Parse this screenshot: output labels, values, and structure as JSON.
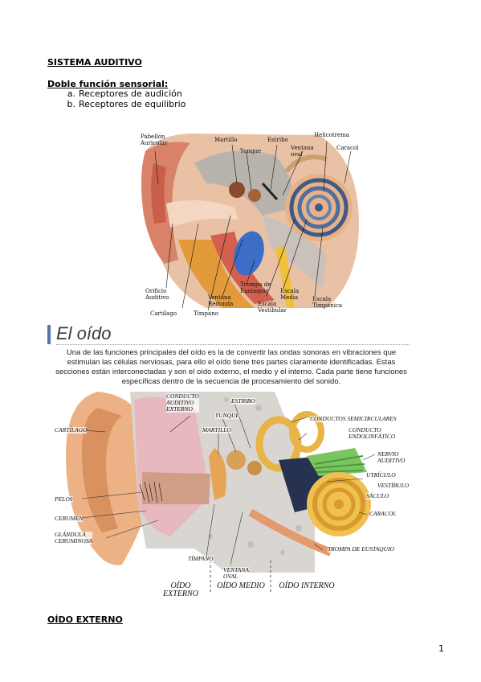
{
  "doc": {
    "title": "SISTEMA AUDITIVO",
    "subtitle": "Doble función sensorial:",
    "list": [
      {
        "marker": "a.",
        "text": "Receptores de audición"
      },
      {
        "marker": "b.",
        "text": "Receptores de equilibrio"
      }
    ],
    "section": "OÍDO EXTERNO",
    "page_number": "1"
  },
  "figure1": {
    "labels": {
      "pabellon": "Pabellón\nAuricular",
      "martillo": "Martillo",
      "yunque": "Yunque",
      "estribo": "Estribo",
      "ventana_oval": "Ventana\noval",
      "helicotrema": "Helicotrema",
      "caracol": "Caracol",
      "orificio": "Orificio\nAuditivo",
      "cartilago": "Cartílago",
      "timpano": "Tímpano",
      "ventana_redonda": "Ventana\nRedonda",
      "trompa": "Trompa de\nEustaquio",
      "escala_vestibular": "Escala\nVestibular",
      "escala_media": "Escala\nMedia",
      "escala_timpanica": "Escala\nTimpánica"
    }
  },
  "figure2": {
    "title": "El oído",
    "intro": "Una de las funciones principales del oído es la de convertir las ondas sonoras en vibraciones que estimulan las células nerviosas, para ello el oído tiene tres partes claramente identificadas. Estas secciones están interconectadas y son el oído externo, el medio y el interno. Cada parte tiene funciones específicas dentro de la secuencia de procesamiento del sonido.",
    "labels": {
      "conducto": "CONDUCTO\nAUDITIVO\nEXTERNO",
      "estribo": "ESTRIBO",
      "yunque": "YUNQUE",
      "martillo": "MARTILLO",
      "cartilago": "CARTÍLAGO",
      "pelos": "PELOS",
      "cerumen": "CERUMEN",
      "glandula": "GLÁNDULA\nCERUMINOSA",
      "timpano": "TÍMPANO",
      "ventana_oval": "VENTANA\nOVAL",
      "semicirculares": "CONDUCTOS SEMICIRCULARES",
      "endolinfatico": "CONDUCTO\nENDOLINFÁTICO",
      "nervio": "NERVIO\nAUDITIVO",
      "utriculo": "UTRÍCULO",
      "vestibulo": "VESTÍBULO",
      "saculo": "SÁCULO",
      "caracol": "CARACOL",
      "trompa": "TROMPA DE EUSTAQUIO"
    },
    "regions": {
      "externo": "OÍDO\nEXTERNO",
      "medio": "OÍDO\nMEDIO",
      "interno": "OÍDO\nINTERNO"
    }
  }
}
